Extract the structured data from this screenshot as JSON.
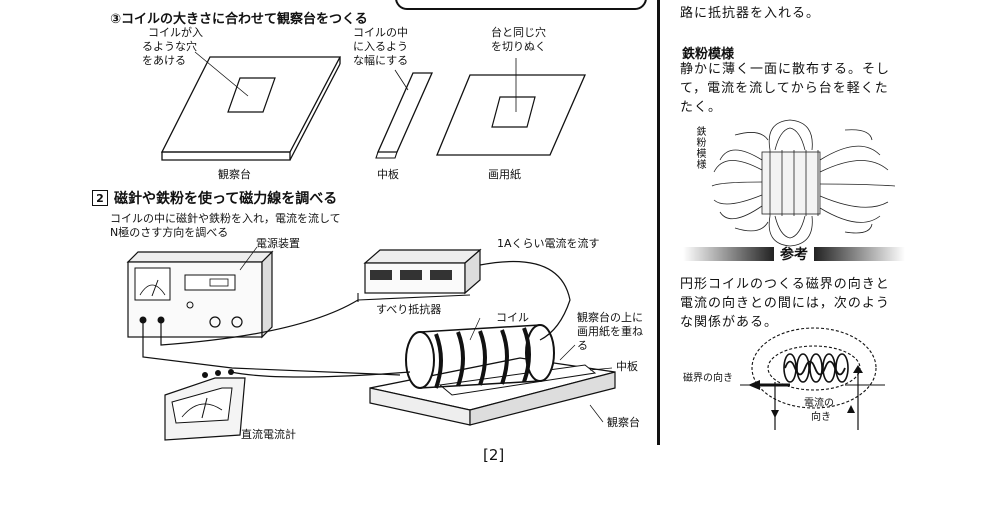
{
  "left": {
    "step3_heading": "③コイルの大きさに合わせて観察台をつくる",
    "labels": {
      "coil_hole_1": "コイルが入",
      "coil_hole_2": "るような穴",
      "coil_hole_3": "をあける",
      "middle_width_1": "コイルの中",
      "middle_width_2": "に入るよう",
      "middle_width_3": "な幅にする",
      "cut_hole_1": "台と同じ穴",
      "cut_hole_2": "を切りぬく",
      "stand": "観察台",
      "middle_plate": "中板",
      "drawing_paper": "画用紙"
    },
    "section2": {
      "number": "2",
      "title": "磁針や鉄粉を使って磁力線を調べる",
      "desc_1": "コイルの中に磁針や鉄粉を入れ，電流を流して",
      "desc_2": "N極のさす方向を調べる"
    },
    "apparatus": {
      "power_supply": "電源装置",
      "current_1a": "1Aくらい電流を流す",
      "rheostat": "すべり抵抗器",
      "coil": "コイル",
      "overlay_1": "観察台の上に",
      "overlay_2": "画用紙を重ね",
      "overlay_3": "る",
      "middle_plate": "中板",
      "dc_ammeter": "直流電流計",
      "stand": "観察台"
    },
    "page_number": "[2]"
  },
  "right": {
    "top_text": "路に抵抗器を入れる。",
    "iron_heading": "鉄粉模様",
    "iron_body_1": "静かに薄く一面に散布する。そし",
    "iron_body_2": "て，電流を流してから台を軽くた",
    "iron_body_3": "たく。",
    "iron_vertical_label": "鉄粉模様",
    "reference_label": "参考",
    "ref_body_1": "円形コイルのつくる磁界の向きと",
    "ref_body_2": "電流の向きとの間には，次のよう",
    "ref_body_3": "な関係がある。",
    "field_direction": "磁界の向き",
    "current_direction_1": "電流の",
    "current_direction_2": "向き"
  }
}
